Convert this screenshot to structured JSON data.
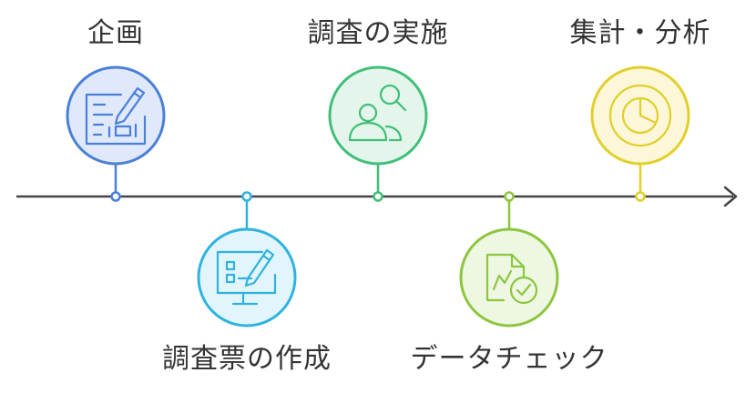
{
  "steps": [
    {
      "label": "企画",
      "icon": "plan-board-pencil-icon",
      "color": "#4a7fd8",
      "fill": "#dfe9fb",
      "position": "top"
    },
    {
      "label": "調査票の作成",
      "icon": "monitor-form-pencil-icon",
      "color": "#2eb3e0",
      "fill": "#e2f5fc",
      "position": "bottom"
    },
    {
      "label": "調査の実施",
      "icon": "people-search-icon",
      "color": "#3fbf77",
      "fill": "#e4f6eb",
      "position": "top"
    },
    {
      "label": "データチェック",
      "icon": "document-chart-check-icon",
      "color": "#8cc63e",
      "fill": "#eef7e2",
      "position": "bottom"
    },
    {
      "label": "集計・分析",
      "icon": "pie-chart-icon",
      "color": "#e2cf2a",
      "fill": "#fbf7d8",
      "position": "top"
    }
  ],
  "axis_color": "#444444"
}
